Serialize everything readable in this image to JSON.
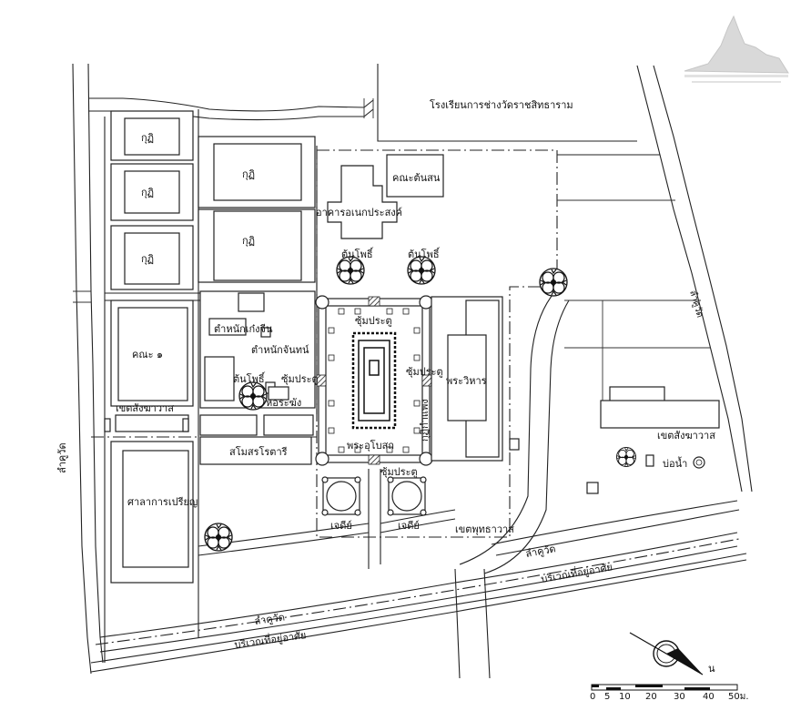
{
  "labels": {
    "school": "โรงเรียนการช่างวัดราชสิทธาราม",
    "kuti_1": "กุฏิ",
    "kuti_2": "กุฏิ",
    "kuti_3": "กุฏิ",
    "kuti_4": "กุฏิ",
    "kuti_5": "กุฏิ",
    "kana_tonson": "คณะต้นสน",
    "arkan_anek": "อาคารอเนกประสงค์",
    "ton_pho_1": "ต้นโพธิ์",
    "ton_pho_2": "ต้นโพธิ์",
    "ton_pho_3": "ต้นโพธิ์",
    "sum_pratu_top": "ซุ้มประตู",
    "sum_pratu_right": "ซุ้มประตู",
    "sum_pratu_left": "ซุ้มประตู",
    "sum_pratu_bottom": "ซุ้มประตู",
    "tamnak_kengjin": "ตำหนักเก๋งจีน",
    "tamnak_jantan": "ตำหนักจันทน์",
    "kana_1": "คณะ ๑",
    "ho_rakang": "หอระฆัง",
    "khet_sangkhawat_left": "เขตสังฆาวาส",
    "khet_sangkhawat_right": "เขตสังฆาวาส",
    "phra_wihan": "พระวิหาร",
    "phra_ubosot": "พระอุโบสถ",
    "kuti_kamphaeng": "กุฏิกำแพง",
    "samoson": "สโมสรโรตารี",
    "sala": "ศาลาการเปรียญ",
    "chedi_1": "เจดีย์",
    "chedi_2": "เจดีย์",
    "khet_phutthawat": "เขตพุทธาวาส",
    "lam_khu_wat_1": "ลำคูวัด",
    "lam_khu_wat_2": "ลำคูวัด",
    "lam_khu_wat_left": "ลำคูวัด",
    "lam_khu_wat_right": "ลำคูวัด",
    "boriwen_1": "บริเวณที่อยู่อาศัย",
    "boriwen_2": "บริเวณที่อยู่อาศัย",
    "bo_nam": "บ่อน้ำ",
    "north": "น"
  },
  "scale_bar": {
    "ticks": [
      "0",
      "5",
      "10",
      "20",
      "30",
      "40",
      "50ม."
    ]
  },
  "icons": {
    "tree": "tree-icon",
    "compass": "north-arrow-icon",
    "logo": "temple-logo-icon"
  }
}
